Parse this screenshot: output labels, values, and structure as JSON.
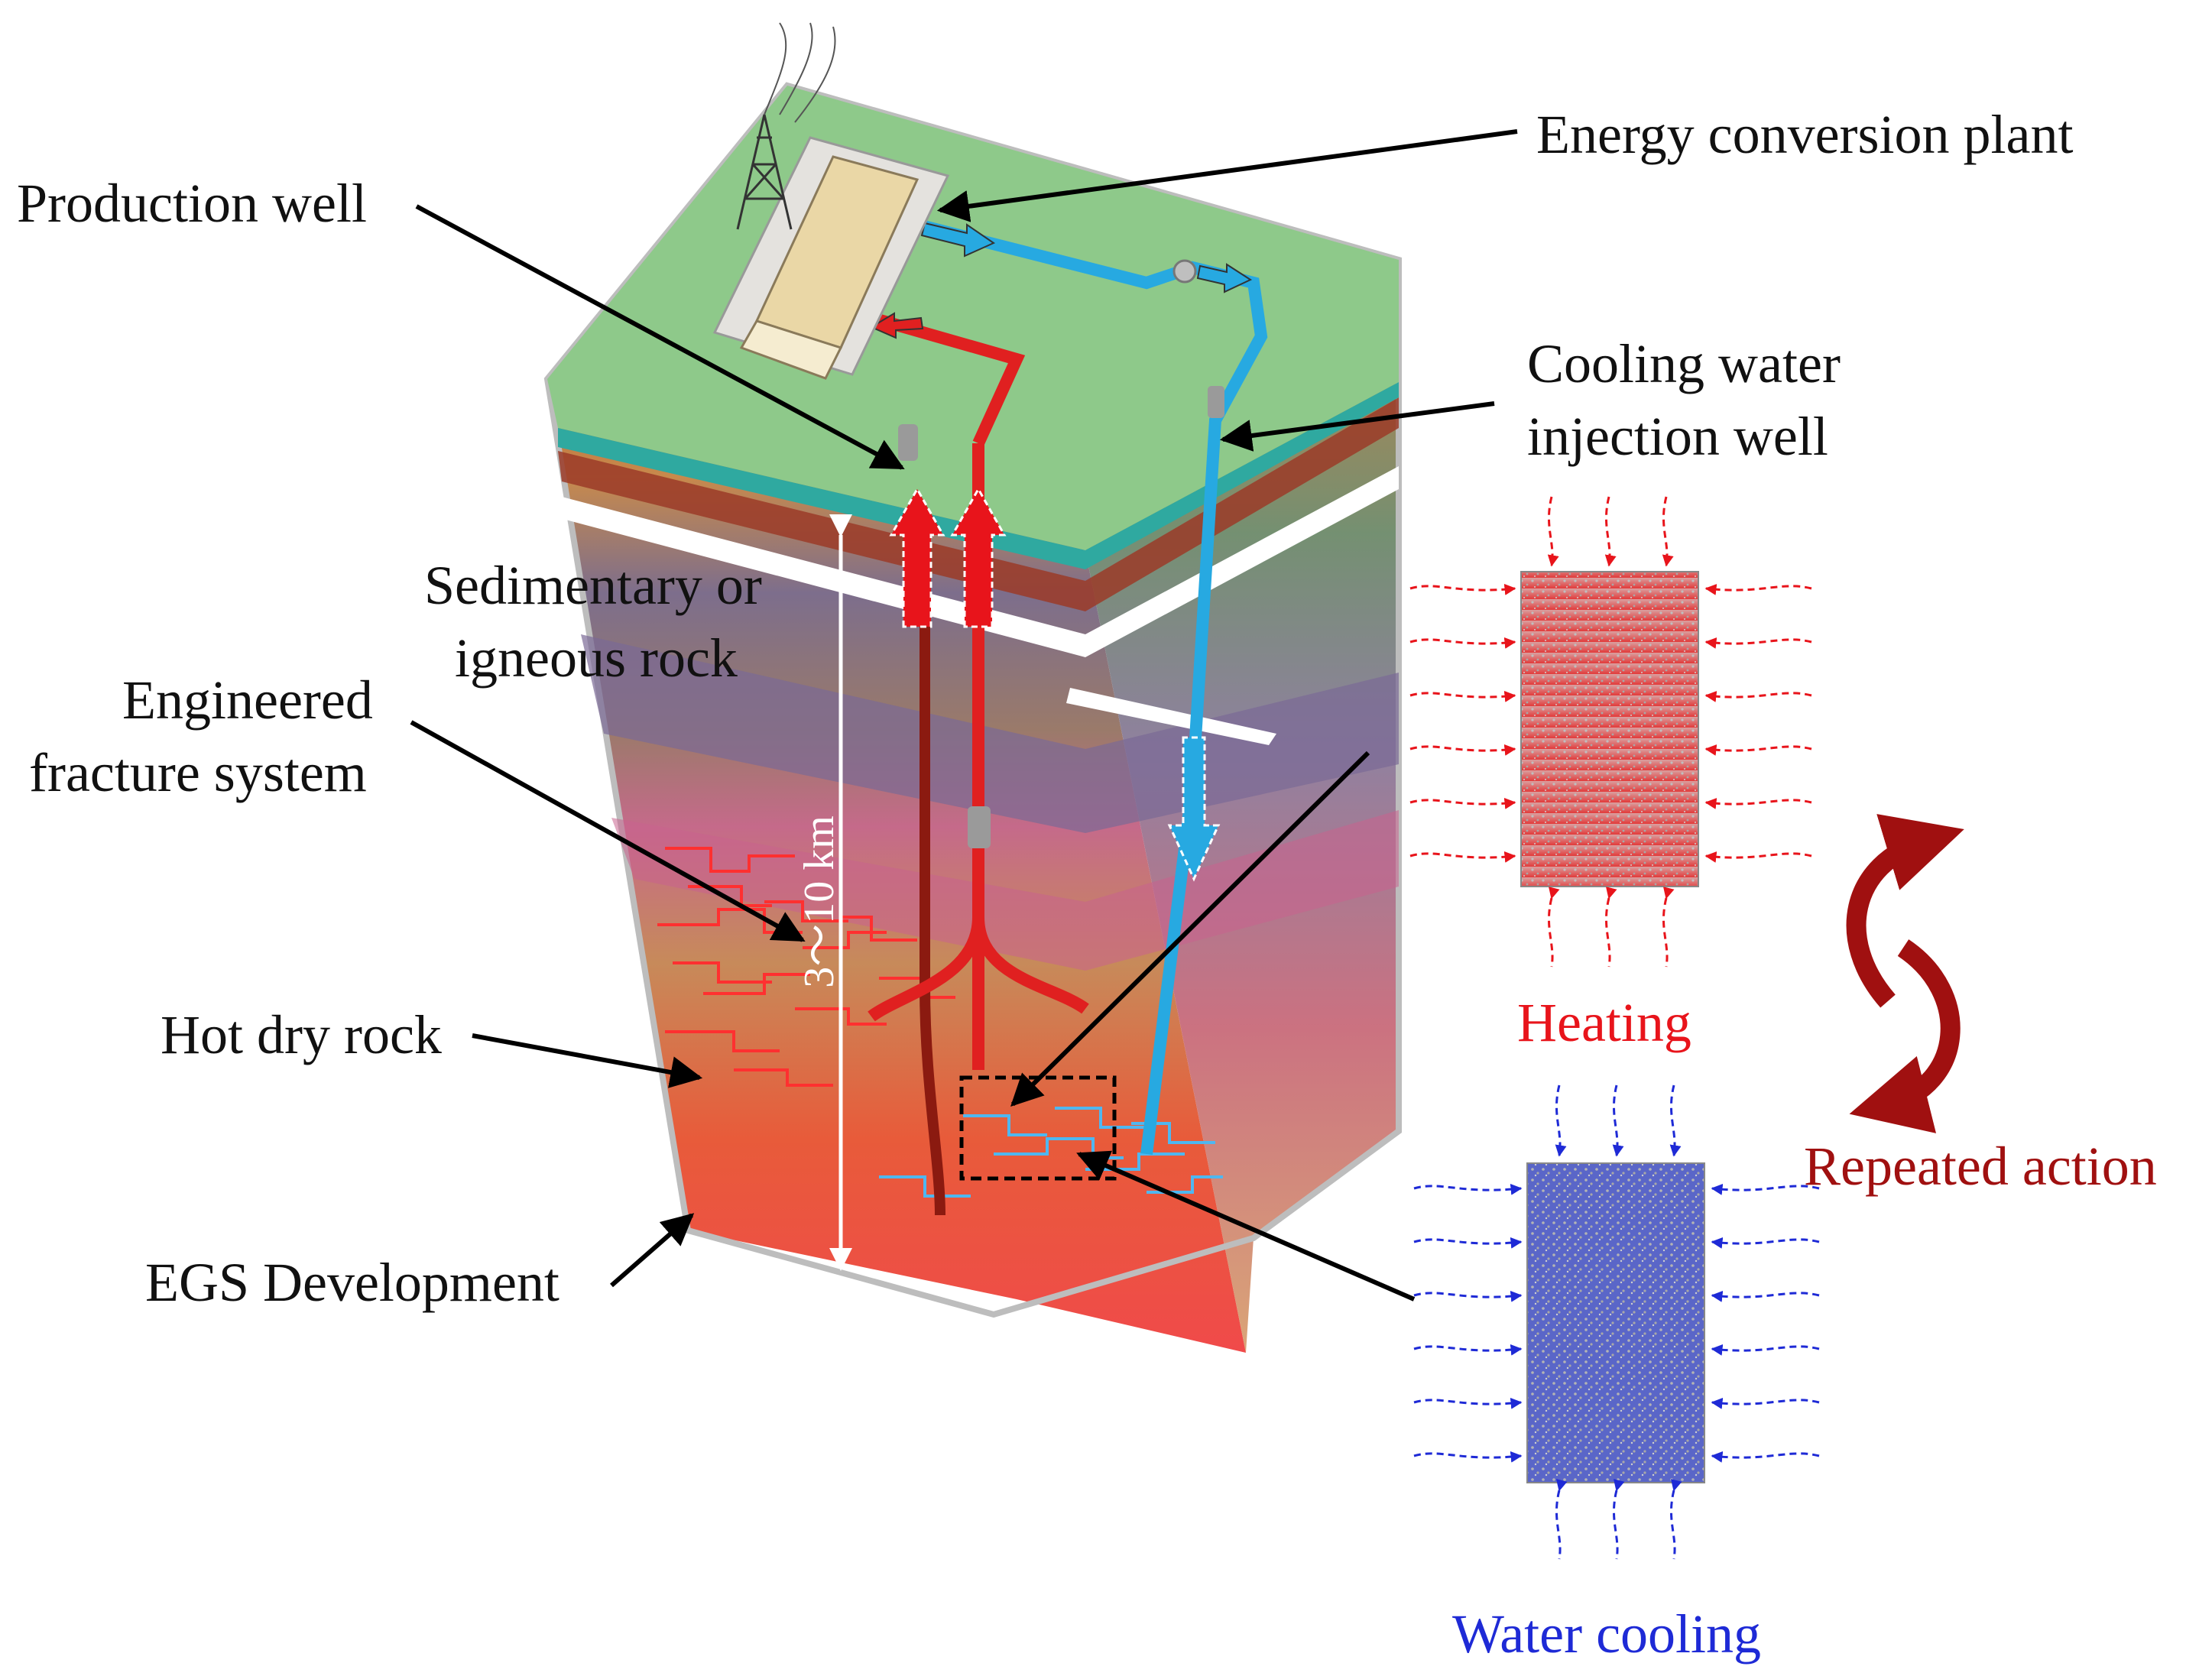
{
  "labels": {
    "plant": "Energy conversion plant",
    "production_well": "Production well",
    "injection_line1": "Cooling water",
    "injection_line2": "injection well",
    "sed_line1": "Sedimentary or",
    "sed_line2": "igneous rock",
    "frac_line1": "Engineered",
    "frac_line2": "fracture system",
    "hot_dry_rock": "Hot dry rock",
    "egs": "EGS Development",
    "depth": "3～10 km",
    "heating": "Heating",
    "cooling": "Water cooling",
    "repeated": "Repeated action"
  },
  "colors": {
    "hot": "#e8141b",
    "cold": "#1e2ad6",
    "pipe_hot": "#e02020",
    "pipe_cold": "#27a9e1",
    "repeat": "#a01010",
    "surface": "#8ec98a"
  }
}
